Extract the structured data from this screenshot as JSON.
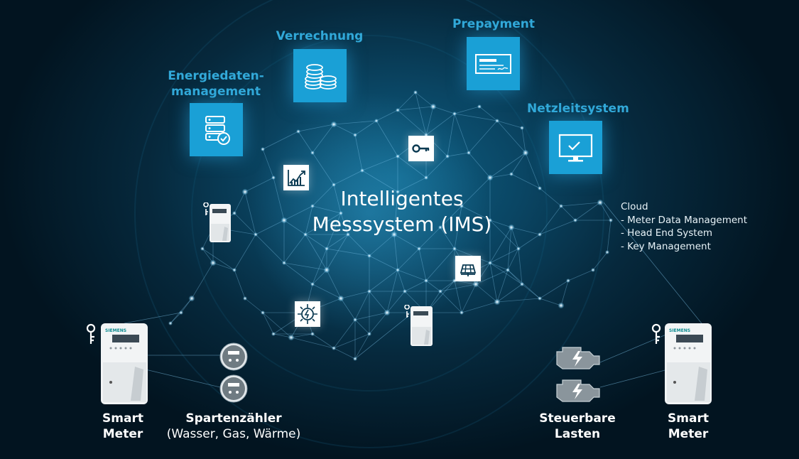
{
  "center": {
    "line1": "Intelligentes",
    "line2": "Messsystem (IMS)"
  },
  "systems": {
    "energiedaten": {
      "line1": "Energiedaten-",
      "line2": "management",
      "icon": "database-check-icon"
    },
    "verrechnung": {
      "label": "Verrechnung",
      "icon": "coins-icon"
    },
    "prepayment": {
      "label": "Prepayment",
      "icon": "cheque-icon"
    },
    "netzleitsystem": {
      "label": "Netzleitsystem",
      "icon": "monitor-check-icon"
    }
  },
  "cloud": {
    "title": "Cloud",
    "items": [
      "- Meter Data Management",
      "- Head End System",
      "- Key Management"
    ]
  },
  "bottom": {
    "smart_meter_left": {
      "line1": "Smart",
      "line2": "Meter"
    },
    "spartenzaehler": {
      "line1": "Spartenzähler",
      "line2": "(Wasser, Gas, Wärme)"
    },
    "steuerbare_lasten": {
      "line1": "Steuerbare",
      "line2": "Lasten"
    },
    "smart_meter_right": {
      "line1": "Smart",
      "line2": "Meter"
    }
  },
  "meter_brand": "SIEMENS",
  "colors": {
    "accent": "#1aa0d6",
    "label": "#32a9d9",
    "background": "#06293d",
    "node": "#bfe9ff"
  }
}
